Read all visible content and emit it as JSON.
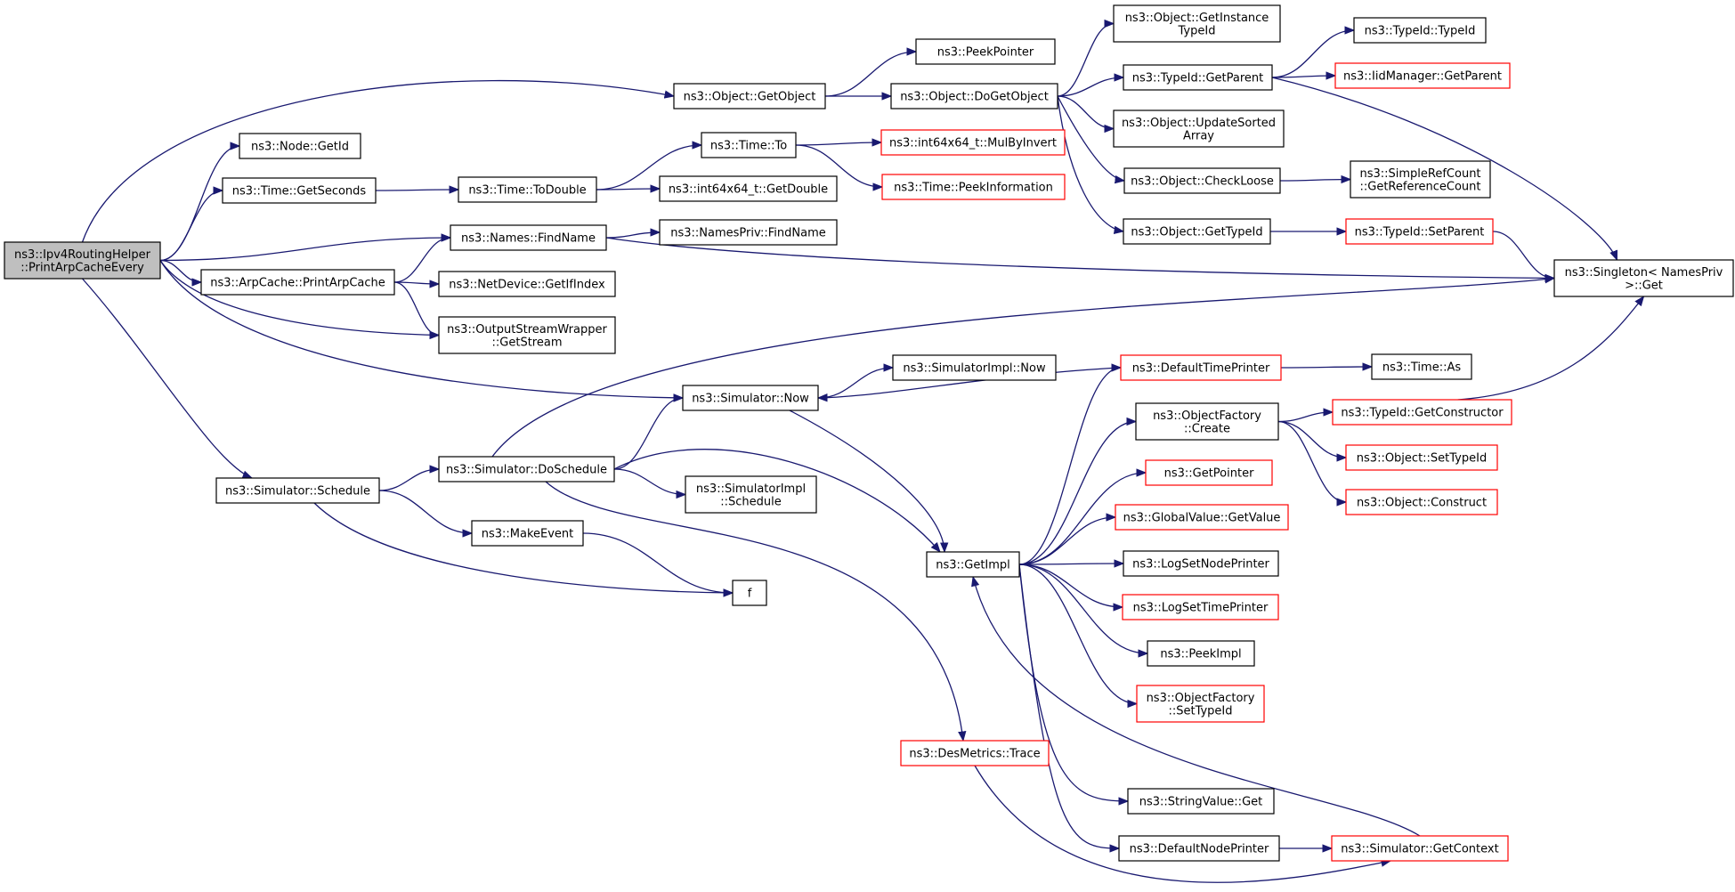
{
  "colors": {
    "edge": "#191970",
    "external_border": "#ff0000",
    "root_fill": "#bfbfbf",
    "node_border": "#000000"
  },
  "nodes": [
    {
      "id": "root",
      "lines": [
        "ns3::Ipv4RoutingHelper",
        "::PrintArpCacheEvery"
      ],
      "kind": "root"
    },
    {
      "id": "getObject",
      "lines": [
        "ns3::Object::GetObject"
      ],
      "kind": "normal"
    },
    {
      "id": "getId",
      "lines": [
        "ns3::Node::GetId"
      ],
      "kind": "normal"
    },
    {
      "id": "getSeconds",
      "lines": [
        "ns3::Time::GetSeconds"
      ],
      "kind": "normal"
    },
    {
      "id": "findName",
      "lines": [
        "ns3::Names::FindName"
      ],
      "kind": "normal"
    },
    {
      "id": "printArpCache",
      "lines": [
        "ns3::ArpCache::PrintArpCache"
      ],
      "kind": "normal"
    },
    {
      "id": "getStream",
      "lines": [
        "ns3::OutputStreamWrapper",
        "::GetStream"
      ],
      "kind": "normal"
    },
    {
      "id": "simNow",
      "lines": [
        "ns3::Simulator::Now"
      ],
      "kind": "normal"
    },
    {
      "id": "schedule",
      "lines": [
        "ns3::Simulator::Schedule"
      ],
      "kind": "normal"
    },
    {
      "id": "peekPointer",
      "lines": [
        "ns3::PeekPointer"
      ],
      "kind": "normal"
    },
    {
      "id": "doGetObject",
      "lines": [
        "ns3::Object::DoGetObject"
      ],
      "kind": "normal"
    },
    {
      "id": "toDouble",
      "lines": [
        "ns3::Time::ToDouble"
      ],
      "kind": "normal"
    },
    {
      "id": "timeTo",
      "lines": [
        "ns3::Time::To"
      ],
      "kind": "normal"
    },
    {
      "id": "int64GetDouble",
      "lines": [
        "ns3::int64x64_t::GetDouble"
      ],
      "kind": "normal"
    },
    {
      "id": "namesPrivFind",
      "lines": [
        "ns3::NamesPriv::FindName"
      ],
      "kind": "normal"
    },
    {
      "id": "getIfIndex",
      "lines": [
        "ns3::NetDevice::GetIfIndex"
      ],
      "kind": "normal"
    },
    {
      "id": "doSchedule",
      "lines": [
        "ns3::Simulator::DoSchedule"
      ],
      "kind": "normal"
    },
    {
      "id": "makeEvent",
      "lines": [
        "ns3::MakeEvent"
      ],
      "kind": "normal"
    },
    {
      "id": "f",
      "lines": [
        "f"
      ],
      "kind": "normal"
    },
    {
      "id": "simImplNow",
      "lines": [
        "ns3::SimulatorImpl::Now"
      ],
      "kind": "normal"
    },
    {
      "id": "simImplSchedule",
      "lines": [
        "ns3::SimulatorImpl",
        "::Schedule"
      ],
      "kind": "normal"
    },
    {
      "id": "getImpl",
      "lines": [
        "ns3::GetImpl"
      ],
      "kind": "normal"
    },
    {
      "id": "desTrace",
      "lines": [
        "ns3::DesMetrics::Trace"
      ],
      "kind": "external"
    },
    {
      "id": "mulByInvert",
      "lines": [
        "ns3::int64x64_t::MulByInvert"
      ],
      "kind": "external"
    },
    {
      "id": "peekInfo",
      "lines": [
        "ns3::Time::PeekInformation"
      ],
      "kind": "external"
    },
    {
      "id": "getInstanceTypeId",
      "lines": [
        "ns3::Object::GetInstance",
        "TypeId"
      ],
      "kind": "normal"
    },
    {
      "id": "typeIdGetParent",
      "lines": [
        "ns3::TypeId::GetParent"
      ],
      "kind": "normal"
    },
    {
      "id": "updateSorted",
      "lines": [
        "ns3::Object::UpdateSorted",
        "Array"
      ],
      "kind": "normal"
    },
    {
      "id": "checkLoose",
      "lines": [
        "ns3::Object::CheckLoose"
      ],
      "kind": "normal"
    },
    {
      "id": "objGetTypeId",
      "lines": [
        "ns3::Object::GetTypeId"
      ],
      "kind": "normal"
    },
    {
      "id": "defaultTimePrinter",
      "lines": [
        "ns3::DefaultTimePrinter"
      ],
      "kind": "external"
    },
    {
      "id": "objFactoryCreate",
      "lines": [
        "ns3::ObjectFactory",
        "::Create"
      ],
      "kind": "normal"
    },
    {
      "id": "getPointer",
      "lines": [
        "ns3::GetPointer"
      ],
      "kind": "external"
    },
    {
      "id": "globalGetValue",
      "lines": [
        "ns3::GlobalValue::GetValue"
      ],
      "kind": "external"
    },
    {
      "id": "logSetNodePrinter",
      "lines": [
        "ns3::LogSetNodePrinter"
      ],
      "kind": "normal"
    },
    {
      "id": "logSetTimePrinter",
      "lines": [
        "ns3::LogSetTimePrinter"
      ],
      "kind": "external"
    },
    {
      "id": "peekImpl",
      "lines": [
        "ns3::PeekImpl"
      ],
      "kind": "normal"
    },
    {
      "id": "objFactorySetTypeId",
      "lines": [
        "ns3::ObjectFactory",
        "::SetTypeId"
      ],
      "kind": "external"
    },
    {
      "id": "stringValueGet",
      "lines": [
        "ns3::StringValue::Get"
      ],
      "kind": "normal"
    },
    {
      "id": "defaultNodePrinter",
      "lines": [
        "ns3::DefaultNodePrinter"
      ],
      "kind": "normal"
    },
    {
      "id": "simGetContext",
      "lines": [
        "ns3::Simulator::GetContext"
      ],
      "kind": "external"
    },
    {
      "id": "typeIdTypeId",
      "lines": [
        "ns3::TypeId::TypeId"
      ],
      "kind": "normal"
    },
    {
      "id": "iidGetParent",
      "lines": [
        "ns3::IidManager::GetParent"
      ],
      "kind": "external"
    },
    {
      "id": "simpleRefCount",
      "lines": [
        "ns3::SimpleRefCount",
        "::GetReferenceCount"
      ],
      "kind": "normal"
    },
    {
      "id": "typeIdSetParent",
      "lines": [
        "ns3::TypeId::SetParent"
      ],
      "kind": "external"
    },
    {
      "id": "singletonGet",
      "lines": [
        "ns3::Singleton< NamesPriv",
        " >::Get"
      ],
      "kind": "normal"
    },
    {
      "id": "timeAs",
      "lines": [
        "ns3::Time::As"
      ],
      "kind": "normal"
    },
    {
      "id": "typeIdGetConstructor",
      "lines": [
        "ns3::TypeId::GetConstructor"
      ],
      "kind": "external"
    },
    {
      "id": "objSetTypeId",
      "lines": [
        "ns3::Object::SetTypeId"
      ],
      "kind": "external"
    },
    {
      "id": "objConstruct",
      "lines": [
        "ns3::Object::Construct"
      ],
      "kind": "external"
    }
  ],
  "edges": [
    [
      "root",
      "getObject"
    ],
    [
      "root",
      "getId"
    ],
    [
      "root",
      "getSeconds"
    ],
    [
      "root",
      "findName"
    ],
    [
      "root",
      "printArpCache"
    ],
    [
      "root",
      "getStream"
    ],
    [
      "root",
      "simNow"
    ],
    [
      "root",
      "schedule"
    ],
    [
      "getObject",
      "peekPointer"
    ],
    [
      "getObject",
      "doGetObject"
    ],
    [
      "doGetObject",
      "getInstanceTypeId"
    ],
    [
      "doGetObject",
      "typeIdGetParent"
    ],
    [
      "doGetObject",
      "updateSorted"
    ],
    [
      "doGetObject",
      "checkLoose"
    ],
    [
      "doGetObject",
      "objGetTypeId"
    ],
    [
      "typeIdGetParent",
      "typeIdTypeId"
    ],
    [
      "typeIdGetParent",
      "iidGetParent"
    ],
    [
      "typeIdGetParent",
      "singletonGet"
    ],
    [
      "checkLoose",
      "simpleRefCount"
    ],
    [
      "objGetTypeId",
      "typeIdSetParent"
    ],
    [
      "typeIdSetParent",
      "singletonGet"
    ],
    [
      "getSeconds",
      "toDouble"
    ],
    [
      "toDouble",
      "timeTo"
    ],
    [
      "toDouble",
      "int64GetDouble"
    ],
    [
      "timeTo",
      "mulByInvert"
    ],
    [
      "timeTo",
      "peekInfo"
    ],
    [
      "findName",
      "namesPrivFind"
    ],
    [
      "findName",
      "singletonGet"
    ],
    [
      "printArpCache",
      "findName"
    ],
    [
      "printArpCache",
      "getIfIndex"
    ],
    [
      "printArpCache",
      "getStream"
    ],
    [
      "simNow",
      "simImplNow"
    ],
    [
      "simNow",
      "getImpl"
    ],
    [
      "schedule",
      "doSchedule"
    ],
    [
      "schedule",
      "makeEvent"
    ],
    [
      "schedule",
      "f"
    ],
    [
      "makeEvent",
      "f"
    ],
    [
      "doSchedule",
      "singletonGet"
    ],
    [
      "doSchedule",
      "simNow"
    ],
    [
      "doSchedule",
      "simImplSchedule"
    ],
    [
      "doSchedule",
      "getImpl"
    ],
    [
      "doSchedule",
      "desTrace"
    ],
    [
      "getImpl",
      "defaultTimePrinter"
    ],
    [
      "getImpl",
      "objFactoryCreate"
    ],
    [
      "getImpl",
      "getPointer"
    ],
    [
      "getImpl",
      "globalGetValue"
    ],
    [
      "getImpl",
      "logSetNodePrinter"
    ],
    [
      "getImpl",
      "logSetTimePrinter"
    ],
    [
      "getImpl",
      "peekImpl"
    ],
    [
      "getImpl",
      "objFactorySetTypeId"
    ],
    [
      "getImpl",
      "stringValueGet"
    ],
    [
      "getImpl",
      "defaultNodePrinter"
    ],
    [
      "defaultTimePrinter",
      "timeAs"
    ],
    [
      "defaultTimePrinter",
      "simNow"
    ],
    [
      "objFactoryCreate",
      "typeIdGetConstructor"
    ],
    [
      "objFactoryCreate",
      "objSetTypeId"
    ],
    [
      "objFactoryCreate",
      "objConstruct"
    ],
    [
      "typeIdGetConstructor",
      "singletonGet"
    ],
    [
      "defaultNodePrinter",
      "simGetContext"
    ],
    [
      "simGetContext",
      "getImpl"
    ],
    [
      "desTrace",
      "simGetContext"
    ]
  ]
}
